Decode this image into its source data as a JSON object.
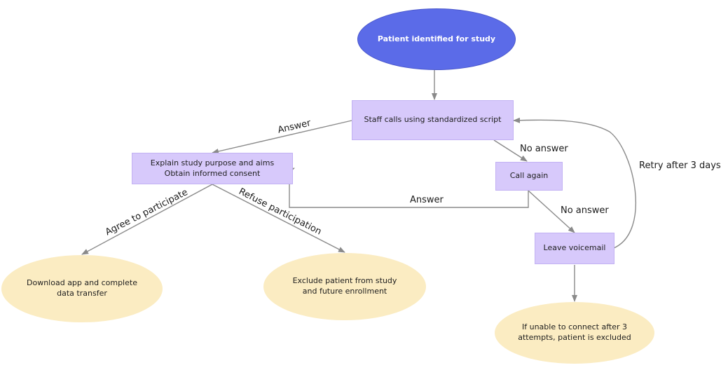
{
  "nodes": {
    "start": "Patient identified for study",
    "staff_call": "Staff calls using standardized script",
    "explain_line1": "Explain study purpose and aims",
    "explain_line2": "Obtain informed consent",
    "call_again": "Call again",
    "leave_voicemail": "Leave voicemail",
    "download": "Download app and complete data transfer",
    "exclude": "Exclude patient from study and future enrollment",
    "unable": "If unable to connect after 3 attempts, patient is excluded"
  },
  "edge_labels": {
    "answer_1": "Answer",
    "no_answer_1": "No answer",
    "answer_2": "Answer",
    "no_answer_2": "No answer",
    "retry": "Retry after 3 days",
    "agree": "Agree to participate",
    "refuse": "Refuse participation"
  },
  "colors": {
    "start_fill": "#5b6be8",
    "box_fill": "#d7c9fb",
    "oval_fill": "#fbecc2",
    "edge": "#8a8a8a"
  }
}
